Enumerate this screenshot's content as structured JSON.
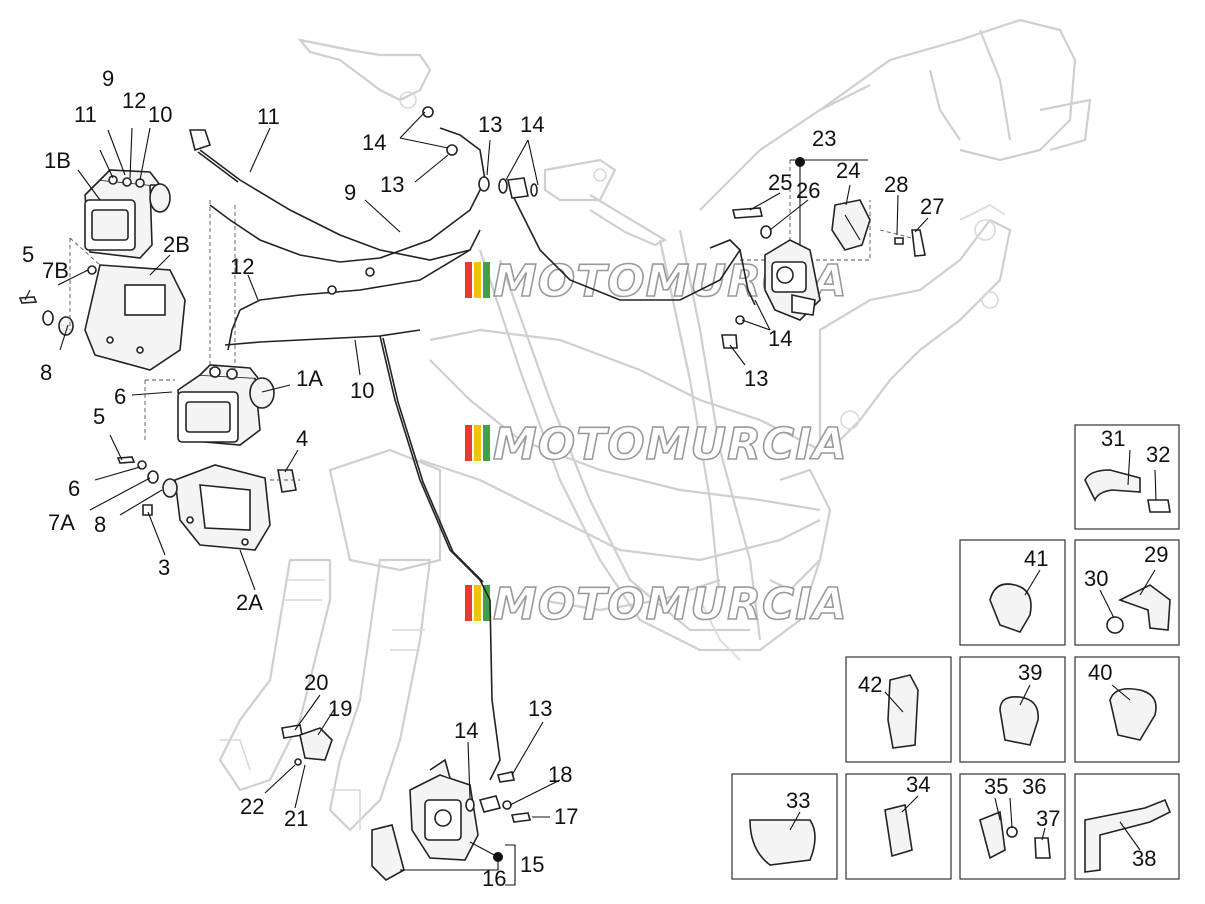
{
  "diagram": {
    "labels": [
      "1A",
      "1B",
      "2A",
      "2B",
      "3",
      "4",
      "5",
      "5",
      "6",
      "6",
      "7A",
      "7B",
      "8",
      "8",
      "9",
      "9",
      "10",
      "10",
      "11",
      "11",
      "12",
      "12",
      "13",
      "13",
      "13",
      "13",
      "14",
      "14",
      "14",
      "14",
      "15",
      "16",
      "17",
      "18",
      "19",
      "20",
      "21",
      "22",
      "23",
      "24",
      "25",
      "26",
      "27",
      "28",
      "29",
      "30",
      "31",
      "32",
      "33",
      "34",
      "35",
      "36",
      "37",
      "38",
      "39",
      "40",
      "41",
      "42"
    ]
  },
  "watermark": {
    "text": "MOTOMURCIA",
    "colors": [
      "#e53935",
      "#f4c20d",
      "#43a047"
    ]
  },
  "colors": {
    "line": "#222222",
    "frame": "#cfcfcf",
    "box_border": "#333333"
  }
}
